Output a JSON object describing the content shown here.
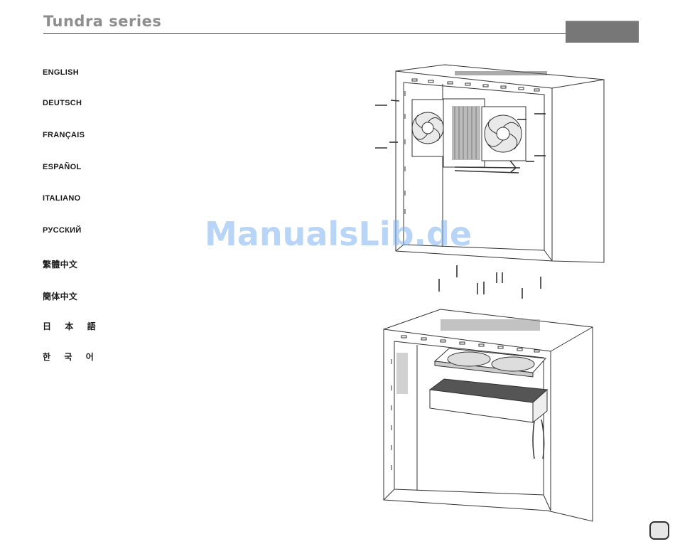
{
  "header": {
    "brand": "Tundra series"
  },
  "languages": [
    {
      "label": "ENGLISH"
    },
    {
      "label": "DEUTSCH"
    },
    {
      "label": "FRANÇAIS"
    },
    {
      "label": "ESPAÑOL"
    },
    {
      "label": "ITALIANO"
    },
    {
      "label": "РУССКИЙ"
    },
    {
      "label": "繁體中文"
    },
    {
      "label": "簡体中文"
    },
    {
      "label": "日 本 語"
    },
    {
      "label": "한 국 어"
    }
  ],
  "watermark": "ManualsLib.de",
  "illustrations": [
    {
      "name": "fan-radiator-rear-mount-diagram"
    },
    {
      "name": "fan-radiator-top-mount-diagram"
    }
  ]
}
